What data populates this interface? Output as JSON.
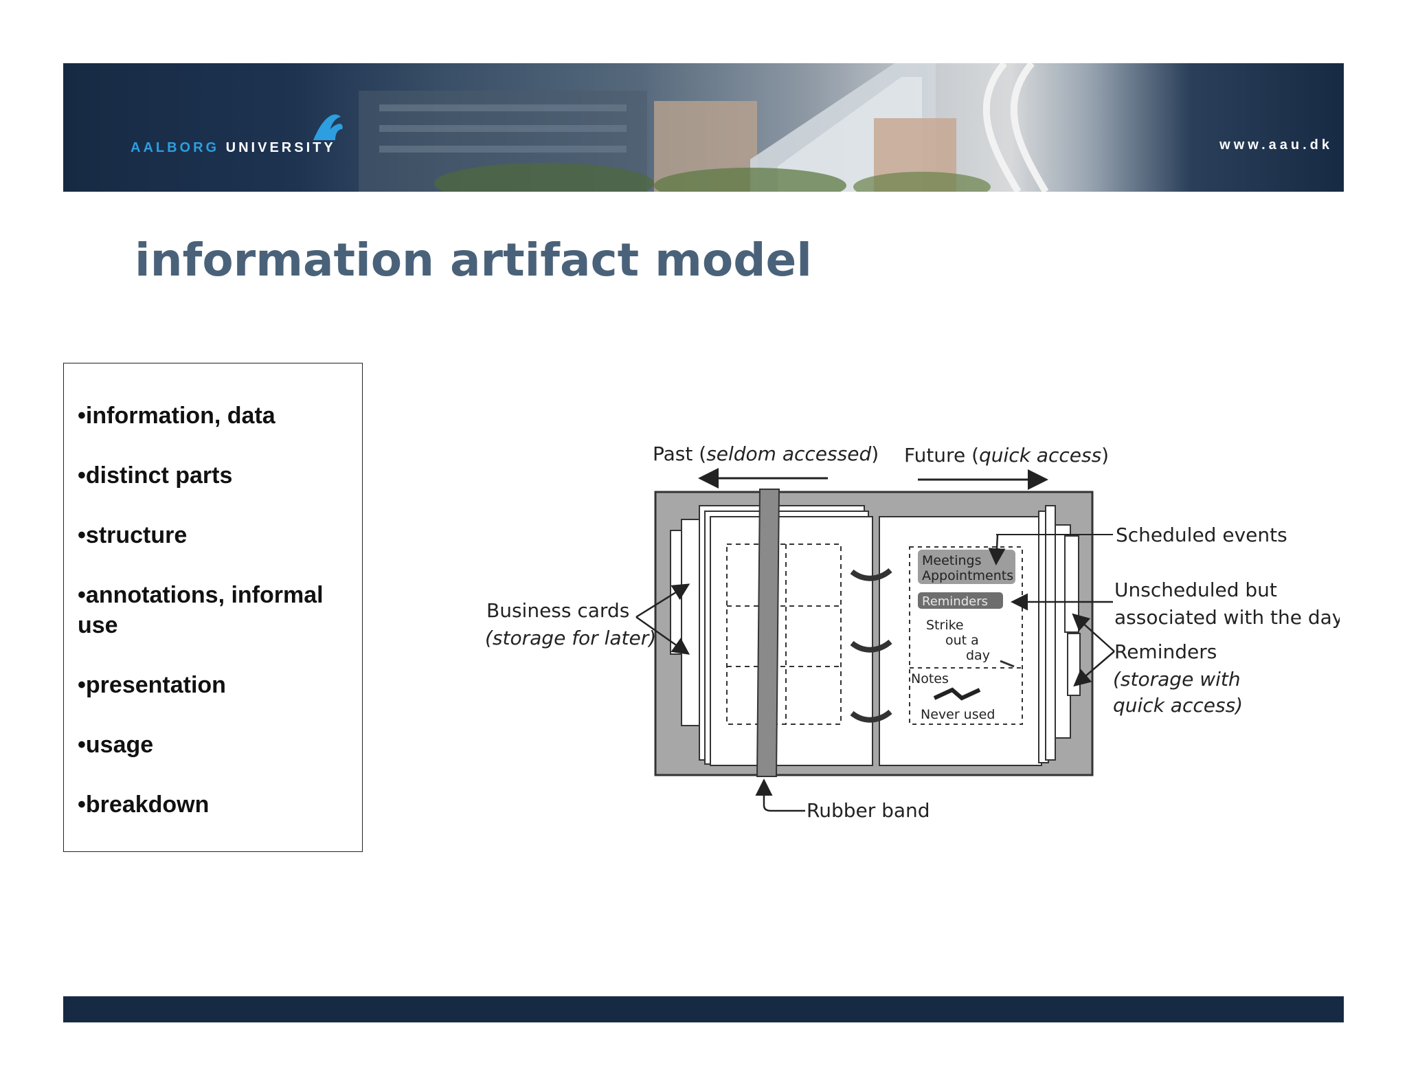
{
  "header": {
    "logo_part1": "AALBORG",
    "logo_part2": "UNIVERSITY",
    "url": "www.aau.dk"
  },
  "title": "information artifact model",
  "bullets": [
    "•information, data",
    "•distinct parts",
    "•structure",
    "•annotations, informal use",
    "•presentation",
    "•usage",
    "•breakdown"
  ],
  "diagram": {
    "past_label": "Past (",
    "past_italic": "seldom accessed",
    "past_close": ")",
    "future_label": "Future (",
    "future_italic": "quick access",
    "future_close": ")",
    "business_cards": "Business cards",
    "business_cards_note": "(storage for later)",
    "scheduled_events": "Scheduled events",
    "unscheduled_1": "Unscheduled but",
    "unscheduled_2": "associated with the day",
    "reminders": "Reminders",
    "reminders_note_1": "(storage with",
    "reminders_note_2": "quick access)",
    "rubber_band": "Rubber band",
    "meetings": "Meetings",
    "appointments": "Appointments",
    "reminders_box": "Reminders",
    "strike_1": "Strike",
    "strike_2": "out a",
    "strike_3": "day",
    "notes": "Notes",
    "never_used": "Never used"
  }
}
